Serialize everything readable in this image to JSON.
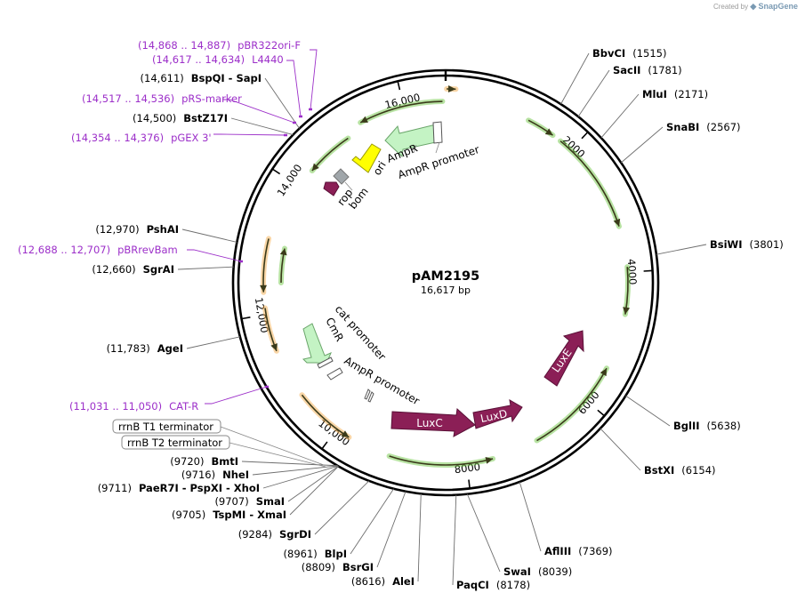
{
  "credit": {
    "prefix": "Created by",
    "brand": "SnapGene"
  },
  "plasmid": {
    "name": "pAM2195",
    "length_label": "16,617 bp",
    "length_bp": 16617
  },
  "colors": {
    "backbone": "#000000",
    "site_line": "#6e6e6e",
    "primer": "#9c2fc9",
    "orange_feature": "#f2a33c",
    "green_feature": "#62c232",
    "lux": "#8b1f56",
    "ori": "#ffff00",
    "resistance": "#c4f3c4"
  },
  "ticks": [
    {
      "bp": 2000,
      "label": "2000"
    },
    {
      "bp": 4000,
      "label": "4000"
    },
    {
      "bp": 6000,
      "label": "6000"
    },
    {
      "bp": 8000,
      "label": "8000"
    },
    {
      "bp": 10000,
      "label": "10,000"
    },
    {
      "bp": 12000,
      "label": "12,000"
    },
    {
      "bp": 14000,
      "label": "14,000"
    },
    {
      "bp": 16000,
      "label": "16,000"
    }
  ],
  "sites": [
    {
      "name": "BbvCI",
      "pos": "(1515)",
      "bp": 1515
    },
    {
      "name": "SacII",
      "pos": "(1781)",
      "bp": 1781
    },
    {
      "name": "MluI",
      "pos": "(2171)",
      "bp": 2171
    },
    {
      "name": "SnaBI",
      "pos": "(2567)",
      "bp": 2567
    },
    {
      "name": "BsiWI",
      "pos": "(3801)",
      "bp": 3801
    },
    {
      "name": "BglII",
      "pos": "(5638)",
      "bp": 5638
    },
    {
      "name": "BstXI",
      "pos": "(6154)",
      "bp": 6154
    },
    {
      "name": "AflIII",
      "pos": "(7369)",
      "bp": 7369
    },
    {
      "name": "SwaI",
      "pos": "(8039)",
      "bp": 8039
    },
    {
      "name": "PaqCI",
      "pos": "(8178)",
      "bp": 8178
    },
    {
      "name": "AleI",
      "pos": "(8616)",
      "bp": 8616
    },
    {
      "name": "BsrGI",
      "pos": "(8809)",
      "bp": 8809
    },
    {
      "name": "BlpI",
      "pos": "(8961)",
      "bp": 8961
    },
    {
      "name": "SgrDI",
      "pos": "(9284)",
      "bp": 9284
    },
    {
      "name": "TspMI - XmaI",
      "pos": "(9705)",
      "bp": 9705
    },
    {
      "name": "SmaI",
      "pos": "(9707)",
      "bp": 9707
    },
    {
      "name": "PaeR7I - PspXI - XhoI",
      "pos": "(9711)",
      "bp": 9711
    },
    {
      "name": "NheI",
      "pos": "(9716)",
      "bp": 9716
    },
    {
      "name": "BmtI",
      "pos": "(9720)",
      "bp": 9720
    },
    {
      "name": "AgeI",
      "pos": "(11,783)",
      "bp": 11783
    },
    {
      "name": "SgrAI",
      "pos": "(12,660)",
      "bp": 12660
    },
    {
      "name": "PshAI",
      "pos": "(12,970)",
      "bp": 12970
    },
    {
      "name": "BstZ17I",
      "pos": "(14,500)",
      "bp": 14500
    },
    {
      "name": "BspQI - SapI",
      "pos": "(14,611)",
      "bp": 14611
    }
  ],
  "primers": [
    {
      "label": "pBR322ori-F",
      "range": "(14,868 .. 14,887)"
    },
    {
      "label": "L4440",
      "range": "(14,617 .. 14,634)"
    },
    {
      "label": "pRS-marker",
      "range": "(14,517 .. 14,536)"
    },
    {
      "label": "pGEX 3'",
      "range": "(14,354 .. 14,376)"
    },
    {
      "label": "pBRrevBam",
      "range": "(12,688 .. 12,707)"
    },
    {
      "label": "CAT-R",
      "range": "(11,031 .. 11,050)"
    }
  ],
  "terminators": [
    {
      "label": "rrnB T1 terminator"
    },
    {
      "label": "rrnB T2 terminator"
    }
  ],
  "features": {
    "lux": [
      {
        "label": "LuxC"
      },
      {
        "label": "LuxD"
      },
      {
        "label": "LuxE"
      }
    ],
    "ampr": "AmpR",
    "ampr_promoter": "AmpR promoter",
    "ori": "ori",
    "rop": "rop",
    "bom": "bom",
    "cmr": "CmR",
    "cat_promoter": "cat promoter",
    "ampr_promoter_2": "AmpR promoter"
  }
}
